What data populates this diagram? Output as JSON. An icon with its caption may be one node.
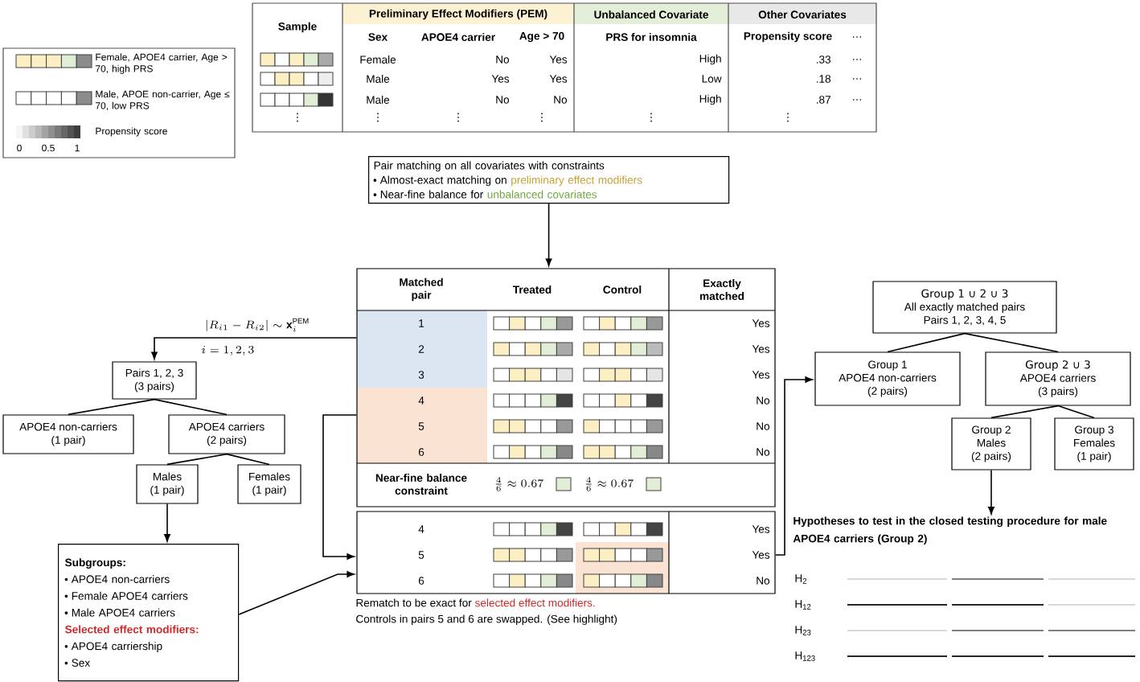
{
  "diagram": {
    "nodes": [
      {
        "text": [
          "Pair matching on all covariates with constraints",
          "Almost-exact matching on",
          "preliminary effect modifiers",
          "Near-fine balance for",
          "unbalanced covariates"
        ]
      },
      {
        "text": [
          "Matched pair",
          "Treated",
          "Control",
          "Exactly matched",
          "1",
          "Yes",
          "2",
          "Yes",
          "3",
          "Yes",
          "4",
          "No",
          "5",
          "No",
          "6",
          "No",
          "Near-fine balance constraint",
          "\\frac{4}{6} \\approx 0.67",
          "\\frac{4}{6} \\approx 0.67"
        ]
      },
      {
        "text": [
          "4",
          "Yes",
          "5",
          "Yes",
          "6",
          "No"
        ],
        "beside": [
          "Rematch to be exact for",
          "selected effect modifiers.",
          "Controls in pairs 5 and 6 are swapped. (See highlight)"
        ]
      },
      {
        "text": [
          "Pairs 1, 2, 3",
          "(3 pairs)"
        ]
      },
      {
        "text": [
          "APOE4 non-carriers",
          "(1 pair)"
        ]
      },
      {
        "text": [
          "APOE4 carriers",
          "(2 pairs)"
        ]
      },
      {
        "text": [
          "Males",
          "(1 pair)"
        ]
      },
      {
        "text": [
          "Females",
          "(1 pair)"
        ]
      },
      {
        "text": [
          "Subgroups:",
          "APOE4 non-carriers",
          "Female APOE4 carriers",
          "Male APOE4 carriers",
          "Selected effect modifiers:",
          "APOE4 carriership",
          "Sex"
        ]
      },
      {
        "text": [
          "Group 1 ∪ 2 ∪ 3",
          "All exactly matched pairs",
          "Pairs 1, 2, 3, 4, 5"
        ]
      },
      {
        "text": [
          "Group 1",
          "APOE4 non-carriers",
          "(2 pairs)"
        ]
      },
      {
        "text": [
          "Group 2 ∪ 3",
          "APOE4 carriers",
          "(3 pairs)"
        ]
      },
      {
        "text": [
          "Group 2",
          "Males",
          "(2 pairs)"
        ]
      },
      {
        "text": [
          "Group 3",
          "Females",
          "(1 pair)"
        ]
      },
      {
        "text": [
          "Hypotheses to test in the closed testing procedure for male APOE4 carriers (Group 2)"
        ]
      }
    ],
    "edges": [
      {
        "from": 0,
        "to": 1,
        "arrow": "to"
      },
      {
        "from": 1,
        "to": 3,
        "arrow": "to",
        "label": "|R_{i1} - R_{i2}| \\sim \\mathbf{x}_i^{\\mathrm{PEM}}"
      },
      {
        "from": 3,
        "to": 4,
        "arrow": "none"
      },
      {
        "from": 3,
        "to": 5,
        "arrow": "none"
      },
      {
        "from": 5,
        "to": 6,
        "arrow": "none"
      },
      {
        "from": 5,
        "to": 7,
        "arrow": "none"
      },
      {
        "from": 6,
        "to": 8,
        "arrow": "to"
      },
      {
        "from": 1,
        "to": 2,
        "arrow": "to"
      },
      {
        "from": 8,
        "to": 2,
        "arrow": "to"
      },
      {
        "from": 2,
        "to": 10,
        "arrow": "to"
      },
      {
        "from": 9,
        "to": 10,
        "arrow": "none"
      },
      {
        "from": 9,
        "to": 11,
        "arrow": "none"
      },
      {
        "from": 11,
        "to": 12,
        "arrow": "none"
      },
      {
        "from": 11,
        "to": 13,
        "arrow": "none"
      },
      {
        "from": 12,
        "to": 14,
        "arrow": "to"
      }
    ],
    "labels": [
      "Sample",
      "Preliminary Effect Modifiers (PEM)",
      "Unbalanced Covariate",
      "Other Covariates",
      "Sex",
      "APOE4 carrier",
      "Age > 70",
      "PRS for insomnia",
      "Propensity score",
      "…",
      "Female",
      "No",
      "Yes",
      "High",
      ".33",
      "…",
      "Male",
      "Yes",
      "Yes",
      "Low",
      ".18",
      "…",
      "Male",
      "No",
      "No",
      "High",
      ".87",
      "…",
      "⋮",
      "⋮",
      "⋮",
      "⋮",
      "⋮",
      "⋮",
      "0",
      "0.5",
      "1",
      "i = 1, 2, 3",
      "H$_{2}$",
      "H$_{12}$",
      "H$_{23}$",
      "H$_{123}$"
    ],
    "legend": [
      {
        "text": "Female, APOE4 carrier, Age > 70, high PRS"
      },
      {
        "text": "Male, APOE non-carrier, Age ≤ 70, low PRS"
      },
      {
        "text": "Propensity score"
      }
    ]
  }
}
